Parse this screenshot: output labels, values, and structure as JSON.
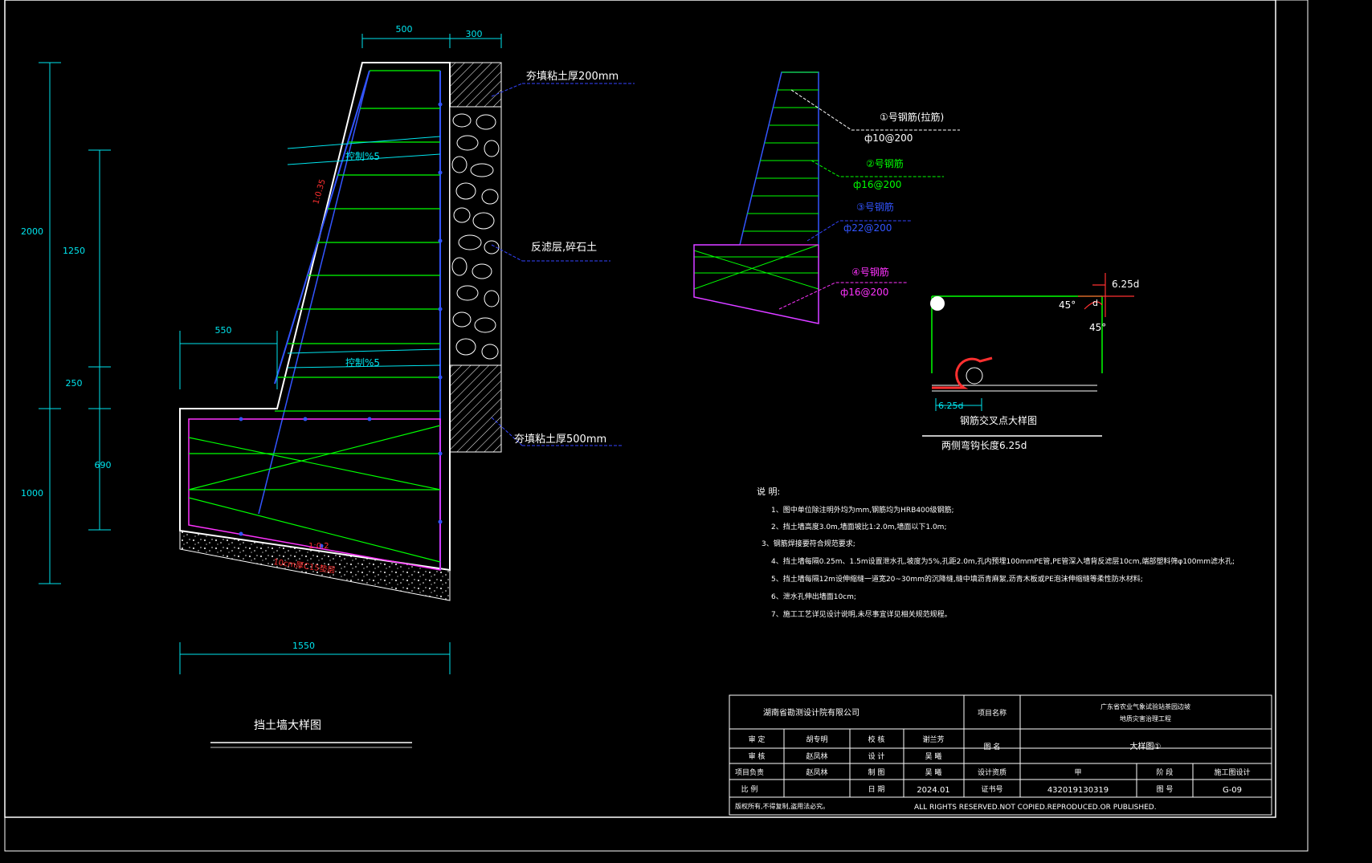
{
  "colors": {
    "background": "#000000",
    "frame": "#ffffff",
    "dimension": "#00e5ee",
    "rebar_green": "#00ff00",
    "rebar_blue": "#3355ff",
    "rebar_magenta": "#ff33ff",
    "annotation_red": "#ff3030",
    "leader_blue": "#3344ff"
  },
  "wall": {
    "dims": {
      "top_500": "500",
      "top_300": "300",
      "h_2000": "2000",
      "h_1250": "1250",
      "h_250": "250",
      "h_1000": "1000",
      "h_690": "690",
      "w_550": "550",
      "w_1550": "1550"
    },
    "labels": {
      "clay_top": "夯填粘土厚200mm",
      "filter_layer": "反滤层,碎石土",
      "clay_bottom": "夯填粘土厚500mm",
      "slope_upper": "控制%5",
      "slope_lower": "控制%5",
      "batter": "1:0.35",
      "base_slope": "1:0.2",
      "base_note": "10cm厚C15垫层"
    },
    "title": "挡土墙大样图"
  },
  "rebar": {
    "bar1_name": "①号钢筋(拉筋)",
    "bar1_spec": "ф10@200",
    "bar2_name": "②号钢筋",
    "bar2_spec": "ф16@200",
    "bar3_name": "③号钢筋",
    "bar3_spec": "ф22@200",
    "bar4_name": "④号钢筋",
    "bar4_spec": "ф16@200"
  },
  "joint": {
    "dim_625d_a": "6.25d",
    "dim_625d_b": "6.25d",
    "dim_d": "d",
    "angle_a": "45°",
    "angle_b": "45°",
    "title": "钢筋交叉点大样图",
    "subtitle": "两侧弯钩长度6.25d"
  },
  "notes": {
    "heading": "说 明:",
    "items": [
      "1、图中单位除注明外均为mm,钢筋均为HRB400级钢筋;",
      "2、挡土墙高度3.0m,墙面坡比1:2.0m,墙面以下1.0m;",
      "3、钢筋焊接要符合规范要求;",
      "4、挡土墙每隔0.25m、1.5m设置泄水孔,坡度为5%,孔距2.0m,孔内预埋100mmPE管,PE管深入墙背反滤层10cm,端部塑料筛φ100mm滤水孔;",
      "5、挡土墙每隔12m设伸缩缝一道宽20~30mm的沉降缝,缝中填沥青麻絮,沥青木板或PE泡沫伸缩缝等柔性防水材料;",
      "6、泄水孔伸出墙面10cm;",
      "7、施工工艺详见设计说明,未尽事宜详见相关规范规程。"
    ]
  },
  "titleblock": {
    "company": "湖南省勘测设计院有限公司",
    "project_label": "项目名称",
    "project_name_1": "广东省农业气象试验站茶园边坡",
    "project_name_2": "地质灾害治理工程",
    "drawing_name_label": "图  名",
    "drawing_name": "大样图①",
    "r1_role_a": "审  定",
    "r1_name_a": "胡专明",
    "r1_role_b": "校  核",
    "r1_name_b": "谢兰芳",
    "r2_role_a": "审  核",
    "r2_name_a": "赵凤林",
    "r2_role_b": "设  计",
    "r2_name_b": "吴  曦",
    "r3_role_a": "项目负责",
    "r3_name_a": "赵凤林",
    "r3_role_b": "制  图",
    "r3_name_b": "吴  曦",
    "r4_role_a": "比  例",
    "r4_role_b": "日  期",
    "date": "2024.01",
    "qual_label": "设计资质",
    "qual_value": "甲",
    "stage_label": "阶  段",
    "stage_value": "施工图设计",
    "cert_label": "证书号",
    "cert_value": "432019130319",
    "no_label": "图  号",
    "no_value": "G-09",
    "footer_cn": "版权所有,不得复制,盗用法必究。",
    "footer_en": "ALL RIGHTS RESERVED.NOT COPIED.REPRODUCED.OR PUBLISHED."
  }
}
